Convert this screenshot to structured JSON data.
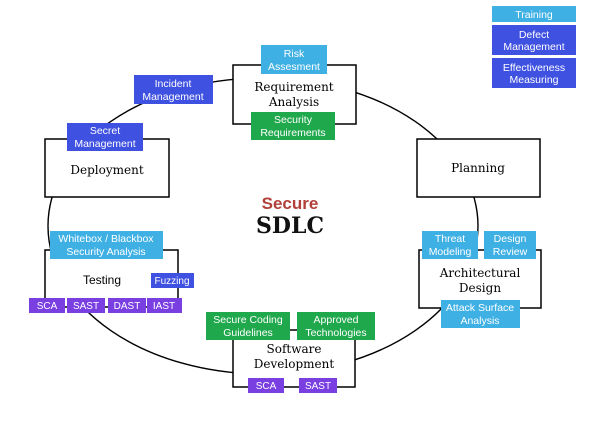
{
  "colors": {
    "training_blue": "#3fb0e4",
    "management_blue": "#3f51e0",
    "requirement_green": "#20a84d",
    "testing_purple": "#7a3fe0",
    "secure_red": "#b04038",
    "phase_border": "#000000"
  },
  "title": {
    "line1": "Secure",
    "line2": "SDLC"
  },
  "legend": {
    "training": "Training",
    "defect_line1": "Defect",
    "defect_line2": "Management",
    "effectiveness_line1": "Effectiveness",
    "effectiveness_line2": "Measuring"
  },
  "phases": {
    "requirement": {
      "line1": "Requirement",
      "line2": "Analysis"
    },
    "planning": {
      "line1": "Planning"
    },
    "architectural": {
      "line1": "Architectural",
      "line2": "Design"
    },
    "software": {
      "line1": "Software",
      "line2": "Development"
    },
    "testing": {
      "line1": "Testing"
    },
    "deployment": {
      "line1": "Deployment"
    }
  },
  "tags": {
    "risk": {
      "line1": "Risk",
      "line2": "Assesment"
    },
    "security_requirements": {
      "line1": "Security",
      "line2": "Requirements"
    },
    "incident": {
      "line1": "Incident",
      "line2": "Management"
    },
    "secret": {
      "line1": "Secret",
      "line2": "Management"
    },
    "threat": {
      "line1": "Threat",
      "line2": "Modeling"
    },
    "design_review": {
      "line1": "Design",
      "line2": "Review"
    },
    "attack_surface": {
      "line1": "Attack Surface",
      "line2": "Analysis"
    },
    "secure_coding": {
      "line1": "Secure Coding",
      "line2": "Guidelines"
    },
    "approved_tech": {
      "line1": "Approved",
      "line2": "Technologies"
    },
    "dev_sca": "SCA",
    "dev_sast": "SAST",
    "whitebox": {
      "line1": "Whitebox / Blackbox",
      "line2": "Security Analysis"
    },
    "fuzzing": "Fuzzing",
    "test_sca": "SCA",
    "test_sast": "SAST",
    "test_dast": "DAST",
    "test_iast": "IAST"
  }
}
